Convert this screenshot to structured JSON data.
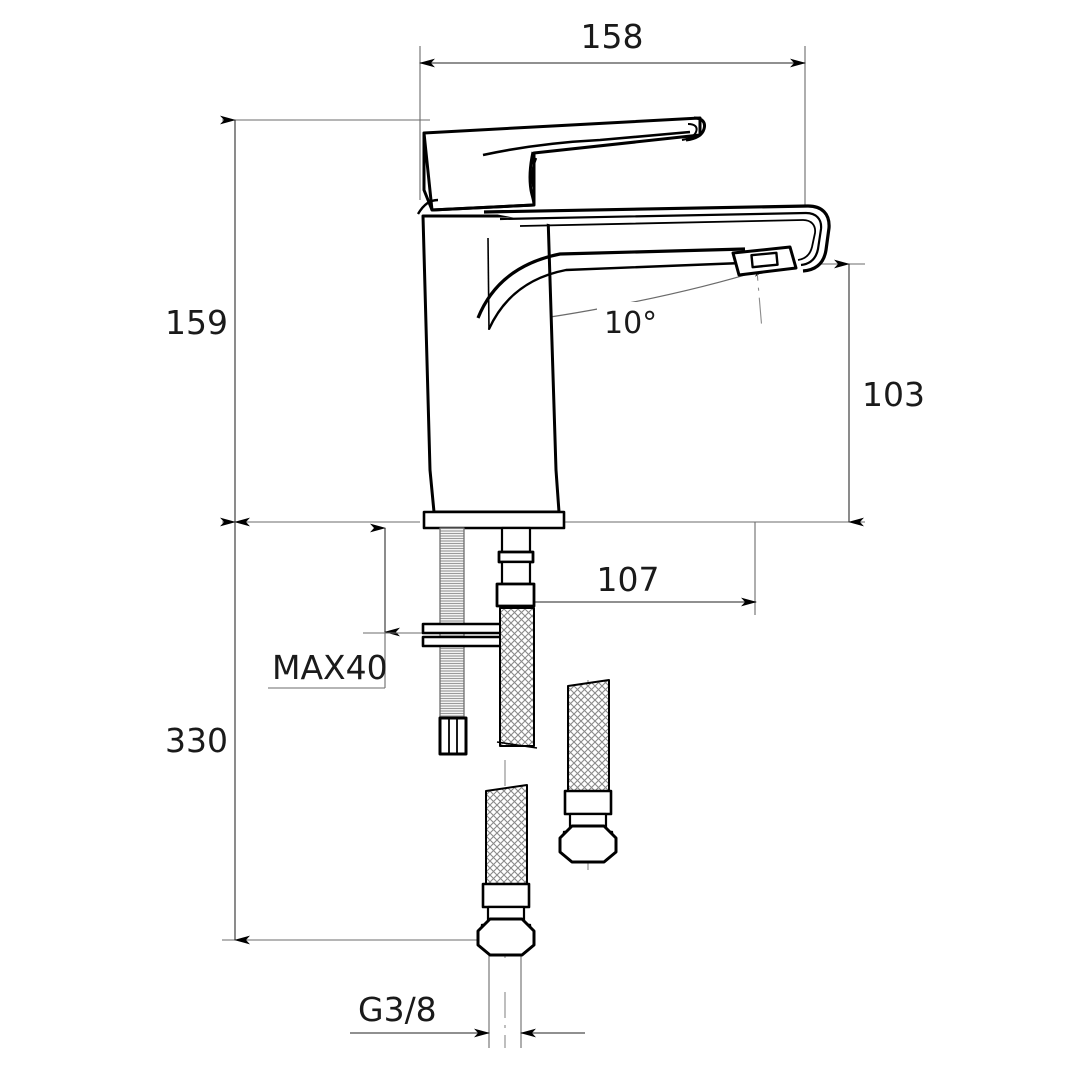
{
  "drawing": {
    "title": "Basin mixer tap technical dimension drawing",
    "units": "mm",
    "line_color": "#000000",
    "dim_line_color": "#595959",
    "hatch_color": "#8c8c8c",
    "background": "#ffffff"
  },
  "dimensions": {
    "width_overall": "158",
    "height_overall": "159",
    "spout_height": "103",
    "spout_reach": "107",
    "total_length": "330",
    "max_deck_thickness": "MAX40",
    "outlet_angle": "10°",
    "thread_size": "G3/8"
  },
  "labels": [
    {
      "name": "width-158",
      "text": "158"
    },
    {
      "name": "height-159",
      "text": "159"
    },
    {
      "name": "spout-height-103",
      "text": "103"
    },
    {
      "name": "spout-reach-107",
      "text": "107"
    },
    {
      "name": "total-length-330",
      "text": "330"
    },
    {
      "name": "max-deck-40",
      "text": "MAX40"
    },
    {
      "name": "angle-10",
      "text": "10°"
    },
    {
      "name": "thread-g38",
      "text": "G3/8"
    }
  ],
  "parts": [
    {
      "name": "lever-handle",
      "label": "Lever handle"
    },
    {
      "name": "faucet-body",
      "label": "Faucet body"
    },
    {
      "name": "spout",
      "label": "Spout"
    },
    {
      "name": "aerator",
      "label": "Aerator outlet"
    },
    {
      "name": "escutcheon-base",
      "label": "Base plate"
    },
    {
      "name": "threaded-stud",
      "label": "Threaded mounting stud"
    },
    {
      "name": "mounting-nut",
      "label": "Mounting nut"
    },
    {
      "name": "washer-plate",
      "label": "Washer plate"
    },
    {
      "name": "braided-hose-left",
      "label": "Braided supply hose"
    },
    {
      "name": "braided-hose-right",
      "label": "Braided supply hose"
    },
    {
      "name": "hose-connector-nut",
      "label": "G3/8 connector nut"
    }
  ]
}
